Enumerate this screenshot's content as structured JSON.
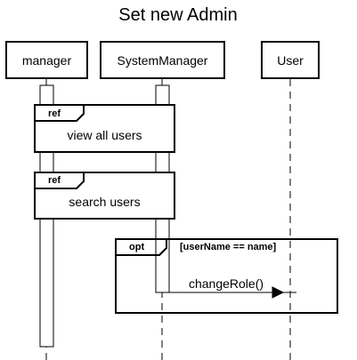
{
  "title": "Set new Admin",
  "participants": {
    "manager": "manager",
    "system_manager": "SystemManager",
    "user": "User"
  },
  "fragments": {
    "ref1": {
      "operator": "ref",
      "text": "view all users"
    },
    "ref2": {
      "operator": "ref",
      "text": "search users"
    },
    "opt": {
      "operator": "opt",
      "guard": "[userName == name]"
    }
  },
  "messages": {
    "change_role": "changeRole()"
  }
}
